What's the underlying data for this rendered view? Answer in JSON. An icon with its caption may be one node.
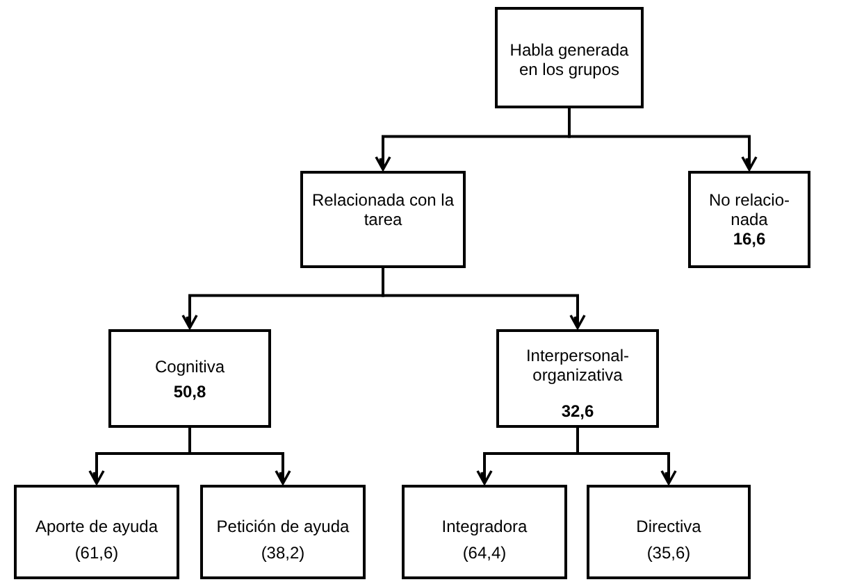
{
  "diagram": {
    "nodes": [
      {
        "text": [
          "Habla generada en los grupos"
        ]
      },
      {
        "text": [
          "Relacionada con la tarea"
        ]
      },
      {
        "text": [
          "No relacio-nada",
          "16,6"
        ]
      },
      {
        "text": [
          "Cognitiva",
          "50,8"
        ]
      },
      {
        "text": [
          "Interpersonal-organizativa",
          "32,6"
        ]
      },
      {
        "text": [
          "Aporte de ayuda",
          "(61,6)"
        ]
      },
      {
        "text": [
          "Petición de ayuda",
          "(38,2)"
        ]
      },
      {
        "text": [
          "Integradora",
          "(64,4)"
        ]
      },
      {
        "text": [
          "Directiva",
          "(35,6)"
        ]
      }
    ],
    "edges": [
      {
        "from": 0,
        "to": 1,
        "arrow": "to"
      },
      {
        "from": 0,
        "to": 2,
        "arrow": "to"
      },
      {
        "from": 1,
        "to": 3,
        "arrow": "to"
      },
      {
        "from": 1,
        "to": 4,
        "arrow": "to"
      },
      {
        "from": 3,
        "to": 5,
        "arrow": "to"
      },
      {
        "from": 3,
        "to": 6,
        "arrow": "to"
      },
      {
        "from": 4,
        "to": 7,
        "arrow": "to"
      },
      {
        "from": 4,
        "to": 8,
        "arrow": "to"
      }
    ]
  }
}
